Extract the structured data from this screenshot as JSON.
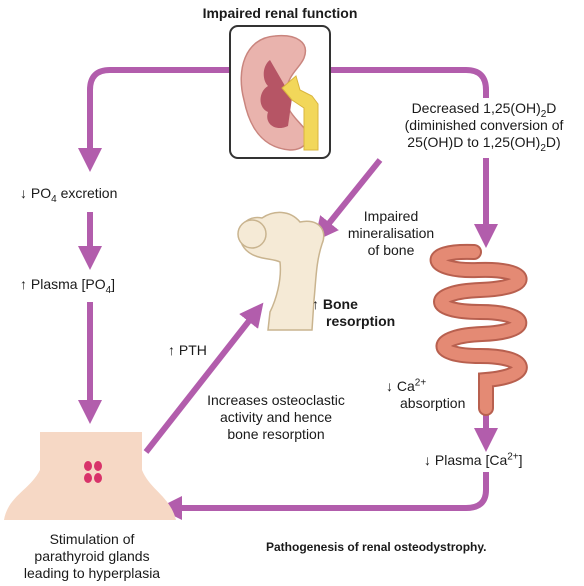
{
  "title": "Impaired renal function",
  "labels": {
    "po4_excretion": {
      "arrow": "↓",
      "pre": " PO",
      "sub": "4",
      "post": " excretion"
    },
    "plasma_po4": {
      "arrow": "↑",
      "pre": " Plasma [PO",
      "sub": "4",
      "post": "]"
    },
    "decreased_vitd": {
      "line1_pre": "Decreased 1,25(OH)",
      "line1_sub": "2",
      "line1_post": "D",
      "line2": "(diminished conversion of",
      "line3_a": "25(OH)D to  1,25(OH)",
      "line3_sub": "2",
      "line3_post": "D)"
    },
    "impaired_mineralisation": [
      "Impaired",
      "mineralisation",
      "of bone"
    ],
    "bone_resorption": {
      "arrow": "↑",
      "line1": " Bone",
      "line2": "resorption"
    },
    "pth": {
      "arrow": "↑",
      "text": " PTH"
    },
    "ca_absorption": {
      "arrow": "↓",
      "pre": " Ca",
      "sup": "2+",
      "line2": "absorption"
    },
    "osteoclastic": [
      "Increases osteoclastic",
      "activity and hence",
      "bone resorption"
    ],
    "plasma_ca": {
      "arrow": "↓",
      "pre": " Plasma [Ca",
      "sup": "2+",
      "post": "]"
    },
    "parathyroid": [
      "Stimulation of",
      "parathyroid glands",
      "leading to hyperplasia"
    ]
  },
  "caption": "Pathogenesis of renal osteodystrophy.",
  "colors": {
    "arrow": "#b25dac",
    "kidney_outer": "#e9b3ad",
    "kidney_inner": "#b65565",
    "ureter": "#f2d75a",
    "bone": "#f5ead6",
    "intestine": "#e48a74",
    "skin": "#f6d8c5",
    "gland": "#d8336a"
  }
}
